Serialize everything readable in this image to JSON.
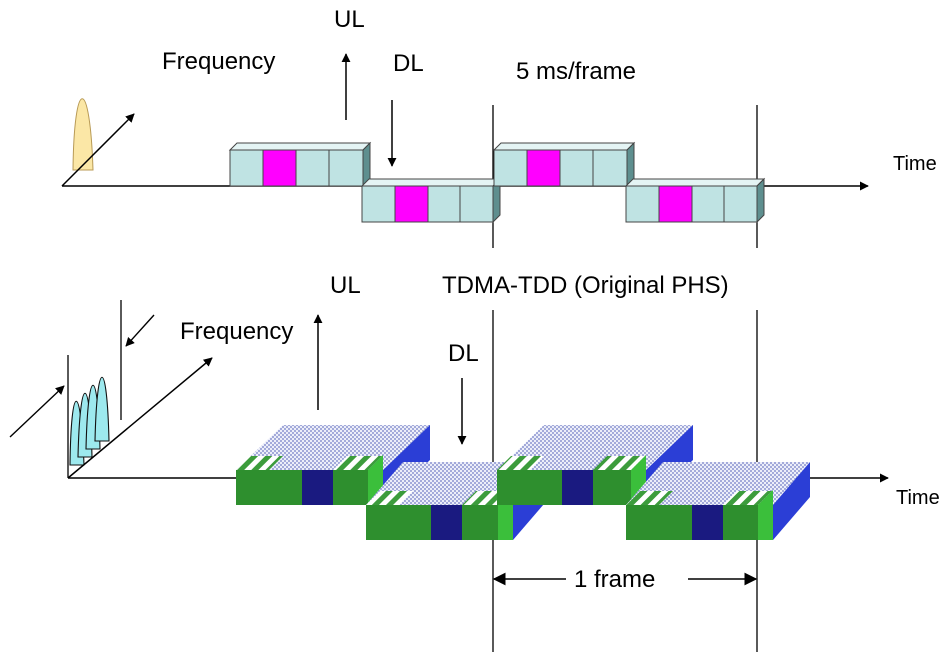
{
  "top": {
    "ul_label": "UL",
    "dl_label": "DL",
    "frequency_label": "Frequency",
    "frame_duration_label": "5 ms/frame",
    "time_label": "Time",
    "caption": "TDMA-TDD (Original PHS)"
  },
  "bottom": {
    "ul_label": "UL",
    "dl_label": "DL",
    "frequency_label": "Frequency",
    "time_label": "Time",
    "frame_span_label": "1 frame"
  },
  "colors": {
    "tdma_slot": "#bfe3e3",
    "tdma_active_slot": "#ff00ff",
    "carrier_spectrum": "#fbe7a6",
    "multi_carrier_spectrum": "#9de9ee",
    "green_slot": "#2e8f2e",
    "active_subchannel": "#1a1a80",
    "block_side": "#2b3ed6",
    "dotted_top": "#cfd3ee"
  }
}
